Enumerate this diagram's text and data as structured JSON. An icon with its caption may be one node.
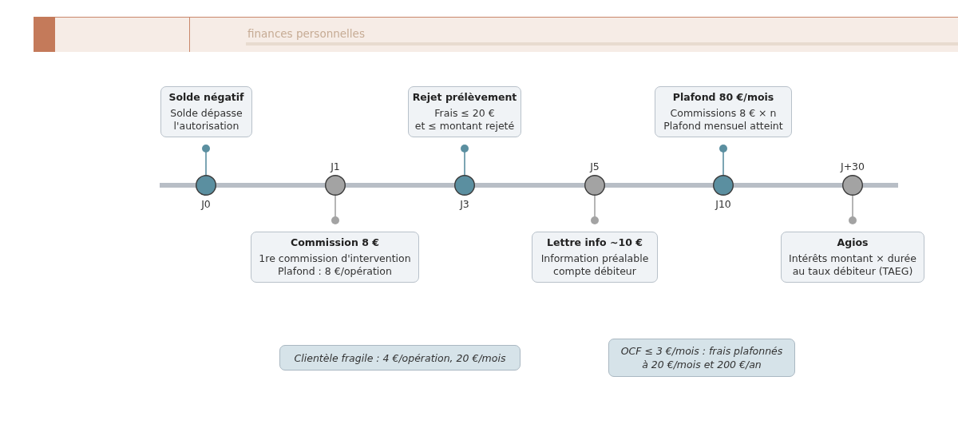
{
  "diagram": {
    "nodes": [
      {
        "text": [
          "Solde négatif",
          "Solde dépasse l'autorisation"
        ]
      },
      {
        "text": [
          "Rejet prélèvement",
          "Frais ≤ 20 € et ≤ montant rejeté"
        ]
      },
      {
        "text": [
          "Plafond 80 €/mois",
          "Commissions 8 € × n Plafond mensuel atteint"
        ]
      },
      {
        "text": [],
        "shape": "circle",
        "beside": [
          "J0"
        ]
      },
      {
        "text": [],
        "shape": "circle",
        "beside": [
          "J1"
        ]
      },
      {
        "text": [],
        "shape": "circle",
        "beside": [
          "J3"
        ]
      },
      {
        "text": [],
        "shape": "circle",
        "beside": [
          "J5"
        ]
      },
      {
        "text": [],
        "shape": "circle",
        "beside": [
          "J10"
        ]
      },
      {
        "text": [],
        "shape": "circle",
        "beside": [
          "J+30"
        ]
      },
      {
        "text": [
          "Commission 8 €",
          "1re commission d'intervention Plafond : 8 €/opération"
        ]
      },
      {
        "text": [
          "Lettre info ~10 €",
          "Information préalable compte débiteur"
        ]
      },
      {
        "text": [
          "Agios",
          "Intérêts montant × durée au taux débiteur (TAEG)"
        ]
      },
      {
        "text": [
          "Clientèle fragile : 4 €/opération, 20 €/mois"
        ]
      },
      {
        "text": [
          "OCF ≤ 3 €/mois : frais plafonnés à 20 €/mois et 200 €/an"
        ]
      }
    ],
    "edges": [
      {
        "from": 0,
        "to": 3,
        "arrow": "other",
        "color": "#5b8fa0"
      },
      {
        "from": 9,
        "to": 4,
        "arrow": "other"
      },
      {
        "from": 1,
        "to": 5,
        "arrow": "other",
        "color": "#5b8fa0"
      },
      {
        "from": 10,
        "to": 6,
        "arrow": "other"
      },
      {
        "from": 2,
        "to": 7,
        "arrow": "other",
        "color": "#5b8fa0"
      },
      {
        "from": 11,
        "to": 8,
        "arrow": "other"
      }
    ],
    "labels": [
      "finances personnelles"
    ]
  }
}
